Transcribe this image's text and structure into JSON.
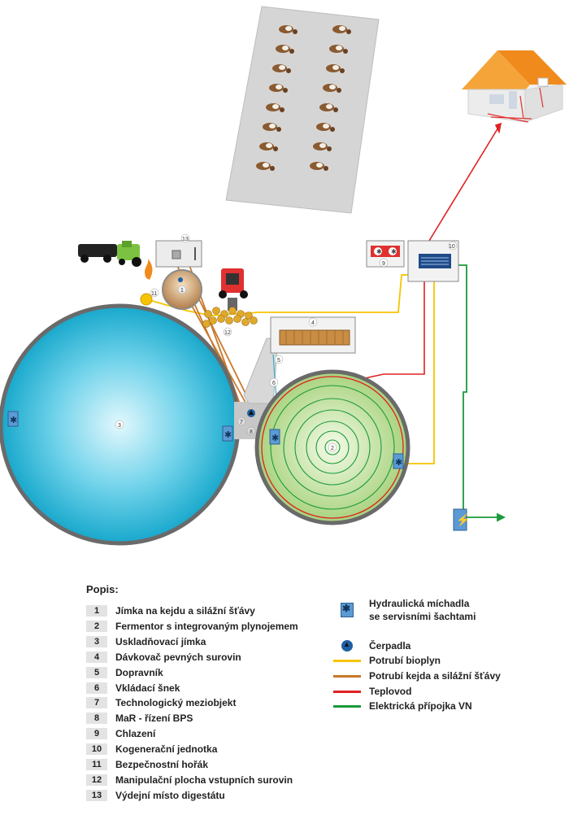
{
  "legend": {
    "title": "Popis:",
    "items": [
      {
        "num": "1",
        "label": "Jímka na kejdu a silážní šťávy"
      },
      {
        "num": "2",
        "label": "Fermentor s integrovaným plynojemem"
      },
      {
        "num": "3",
        "label": "Uskladňovací jímka"
      },
      {
        "num": "4",
        "label": "Dávkovač pevných surovin"
      },
      {
        "num": "5",
        "label": "Dopravník"
      },
      {
        "num": "6",
        "label": "Vkládací šnek"
      },
      {
        "num": "7",
        "label": "Technologický meziobjekt"
      },
      {
        "num": "8",
        "label": "MaR - řízení BPS"
      },
      {
        "num": "9",
        "label": "Chlazení"
      },
      {
        "num": "10",
        "label": "Kogenerační jednotka"
      },
      {
        "num": "11",
        "label": "Bezpečnostní hořák"
      },
      {
        "num": "12",
        "label": "Manipulační plocha vstupních surovin"
      },
      {
        "num": "13",
        "label": "Výdejní místo digestátu"
      }
    ],
    "symbols": [
      {
        "type": "mixer-icon",
        "label_line1": "Hydraulická míchadla",
        "label_line2": "se servisními šachtami"
      },
      {
        "type": "pump-icon",
        "label_line1": "Čerpadla"
      }
    ],
    "lines": [
      {
        "label": "Potrubí bioplyn",
        "color": "#f6c400"
      },
      {
        "label": "Potrubí kejda a silážní šťávy",
        "color": "#c8782a"
      },
      {
        "label": "Teplovod",
        "color": "#e02020"
      },
      {
        "label": "Elektrická přípojka VN",
        "color": "#1a9a3a"
      }
    ]
  },
  "diagram_labels": {
    "n1": "1",
    "n2": "2",
    "n3": "3",
    "n4": "4",
    "n5": "5",
    "n6": "6",
    "n7": "7",
    "n8": "8",
    "n9": "9",
    "n10": "10",
    "n11": "11",
    "n12": "12",
    "n13": "13"
  },
  "colors": {
    "biogas": "#f6c400",
    "slurry": "#c8782a",
    "heat": "#e02020",
    "electric": "#1a9a3a",
    "storage_tank": "#3cc0dc",
    "fermenter": "#bfe09a",
    "barn": "#d3d3d3",
    "roof": "#f08a1c"
  }
}
